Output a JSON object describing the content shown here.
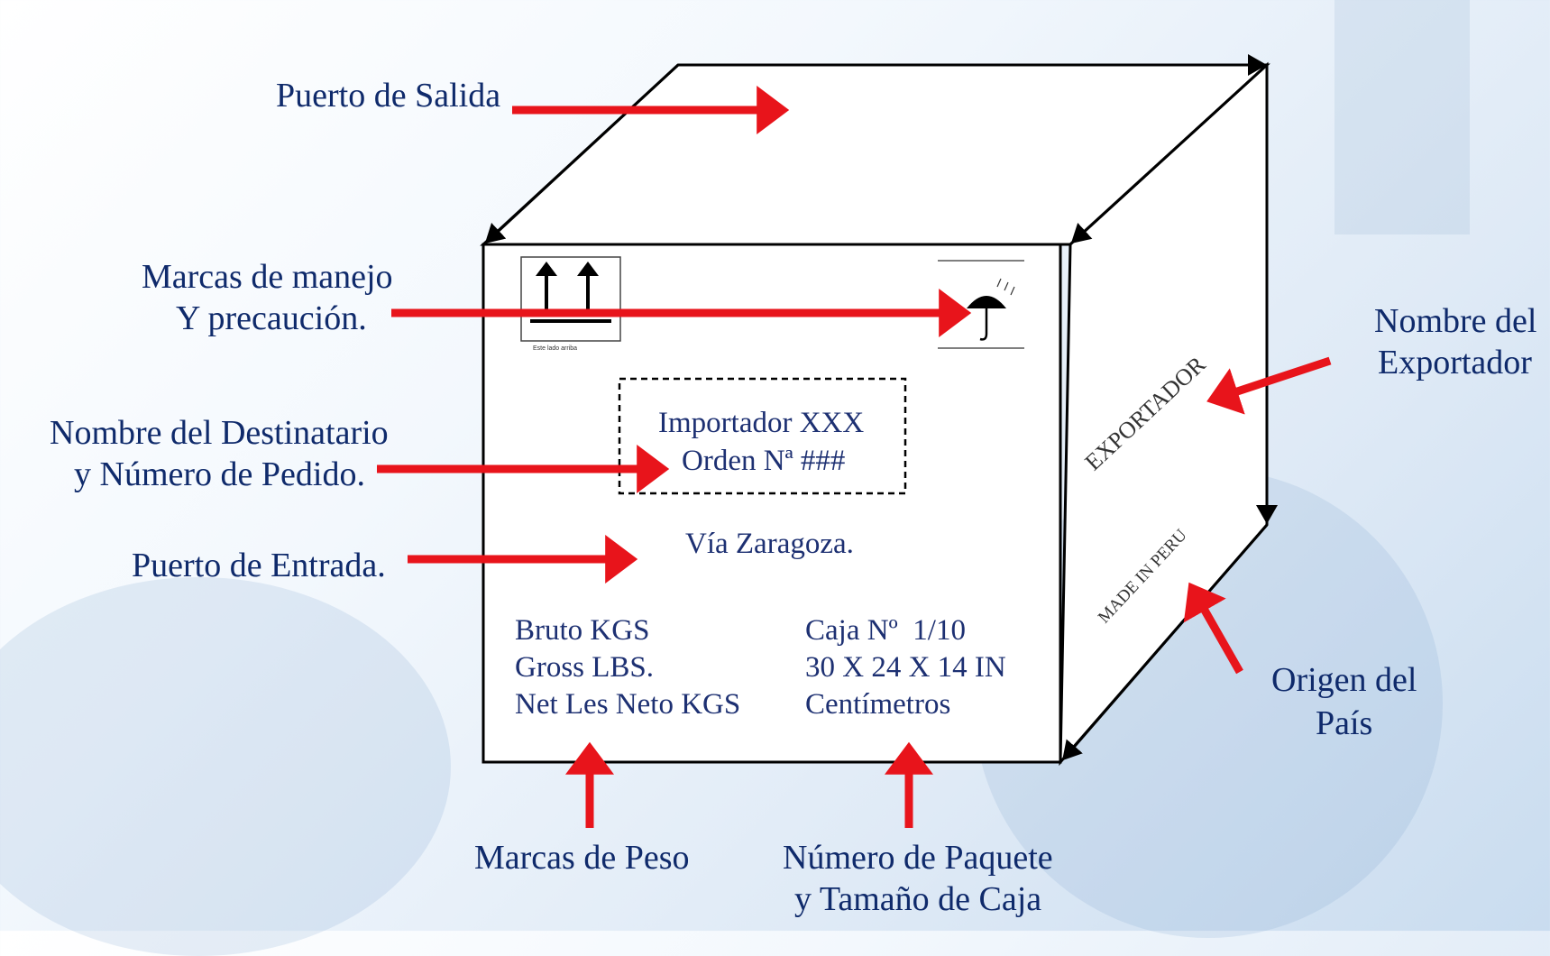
{
  "labels": {
    "port_exit": "Puerto de Salida",
    "handling_1": "Marcas de manejo",
    "handling_2": "Y precaución.",
    "recipient_1": "Nombre del Destinatario",
    "recipient_2": "y Número de Pedido.",
    "port_entry": "Puerto de Entrada.",
    "weight": "Marcas de Peso",
    "package_1": "Número de Paquete",
    "package_2": "y Tamaño de Caja",
    "exporter_1": "Nombre del",
    "exporter_2": "Exportador",
    "origin_1": "Origen del",
    "origin_2": "País"
  },
  "box": {
    "importer": "Importador XXX",
    "order": "Orden Nª ###",
    "via": "Vía Zaragoza.",
    "weight_lines": [
      "Bruto KGS",
      "Gross LBS.",
      "Net Les Neto KGS"
    ],
    "package_lines": [
      "Caja Nº  1/10",
      "30 X 24 X 14 IN",
      "Centímetros"
    ],
    "exporter_side": "EXPORTADOR",
    "origin_side": "MADE IN PERU",
    "up_symbol_caption": "Este lado arriba"
  },
  "colors": {
    "arrow": "#e8141b",
    "label_text": "#0f2a6b",
    "box_text": "#1d3072"
  }
}
